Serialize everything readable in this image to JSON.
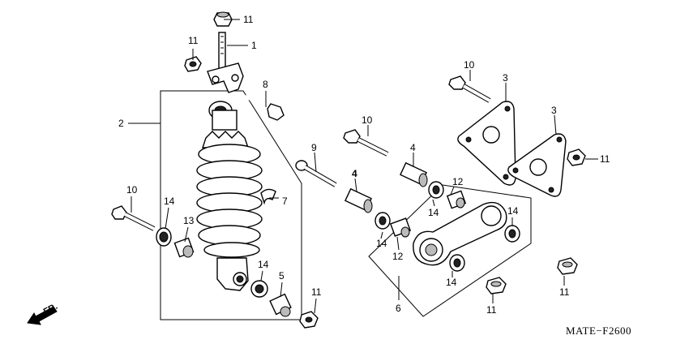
{
  "diagram_code": "MATE−F2600",
  "direction_label": "FR.",
  "callouts": [
    {
      "id": "c11a",
      "text": "11"
    },
    {
      "id": "c1",
      "text": "1"
    },
    {
      "id": "c11b",
      "text": "11"
    },
    {
      "id": "c8",
      "text": "8"
    },
    {
      "id": "c2",
      "text": "2"
    },
    {
      "id": "c7",
      "text": "7"
    },
    {
      "id": "c10a",
      "text": "10"
    },
    {
      "id": "c14a",
      "text": "14"
    },
    {
      "id": "c13",
      "text": "13"
    },
    {
      "id": "c14b",
      "text": "14"
    },
    {
      "id": "c5",
      "text": "5"
    },
    {
      "id": "c11c",
      "text": "11"
    },
    {
      "id": "c9",
      "text": "9"
    },
    {
      "id": "c10b",
      "text": "10"
    },
    {
      "id": "c4a",
      "text": "4"
    },
    {
      "id": "c4b",
      "text": "4"
    },
    {
      "id": "c12a",
      "text": "12"
    },
    {
      "id": "c14c",
      "text": "14"
    },
    {
      "id": "c14d",
      "text": "14"
    },
    {
      "id": "c12b",
      "text": "12"
    },
    {
      "id": "c14e",
      "text": "14"
    },
    {
      "id": "c14f",
      "text": "14"
    },
    {
      "id": "c6",
      "text": "6"
    },
    {
      "id": "c10c",
      "text": "10"
    },
    {
      "id": "c3a",
      "text": "3"
    },
    {
      "id": "c3b",
      "text": "3"
    },
    {
      "id": "c11d",
      "text": "11"
    },
    {
      "id": "c11e",
      "text": "11"
    },
    {
      "id": "c11f",
      "text": "11"
    }
  ]
}
